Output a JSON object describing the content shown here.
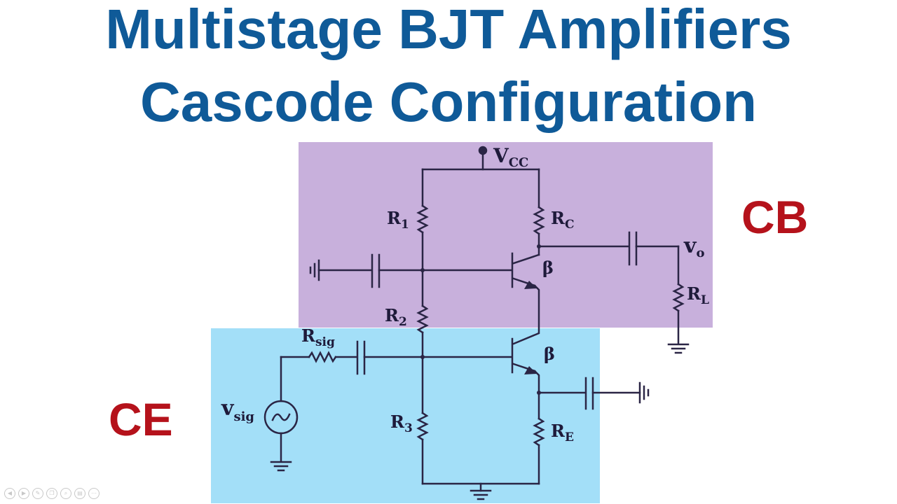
{
  "title": {
    "line1": "Multistage BJT Amplifiers",
    "line2": "Cascode Configuration"
  },
  "sections": {
    "cb_label": "CB",
    "ce_label": "CE",
    "cb_color": "#c8b0dc",
    "ce_color": "#a3dff8"
  },
  "colors": {
    "title": "#0f5a98",
    "section_label": "#b5121b",
    "wire": "#2a2545"
  },
  "components": {
    "vcc": {
      "main": "V",
      "sub": "CC"
    },
    "r1": {
      "main": "R",
      "sub": "1"
    },
    "r2": {
      "main": "R",
      "sub": "2"
    },
    "r3": {
      "main": "R",
      "sub": "3"
    },
    "rc": {
      "main": "R",
      "sub": "C"
    },
    "re": {
      "main": "R",
      "sub": "E"
    },
    "rl": {
      "main": "R",
      "sub": "L"
    },
    "rsig": {
      "main": "R",
      "sub": "sig"
    },
    "vo": {
      "main": "v",
      "sub": "o"
    },
    "vsig": {
      "main": "v",
      "sub": "sig"
    },
    "beta_top": "β",
    "beta_bottom": "β"
  },
  "toolbar": {
    "icons": [
      "prev-icon",
      "next-icon",
      "pen-icon",
      "copy-icon",
      "zoom-icon",
      "slides-icon",
      "more-icon"
    ]
  }
}
